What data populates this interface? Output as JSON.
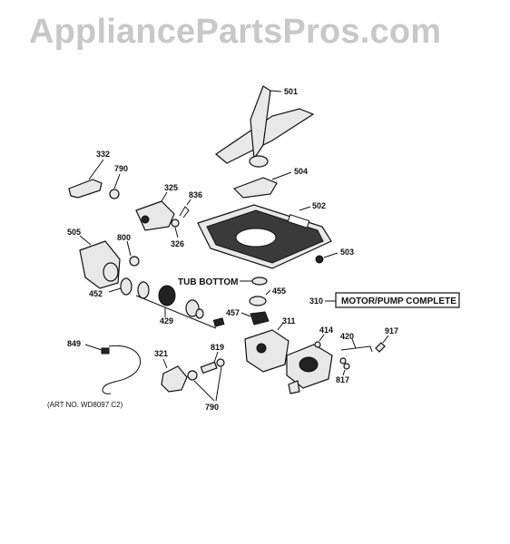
{
  "watermark": "AppliancePartsPros.com",
  "callouts": {
    "p501": "501",
    "p504": "504",
    "p502": "502",
    "p503": "503",
    "p332": "332",
    "p790a": "790",
    "p325": "325",
    "p836": "836",
    "p326": "326",
    "p505": "505",
    "p800": "800",
    "p452": "452",
    "p429": "429",
    "p455": "455",
    "p457": "457",
    "p311": "311",
    "p310": "310",
    "p414": "414",
    "p420": "420",
    "p917": "917",
    "p817": "817",
    "p849": "849",
    "p321": "321",
    "p819": "819",
    "p790b": "790"
  },
  "tub_bottom_label": "TUB BOTTOM",
  "motor_pump_label": "MOTOR/PUMP COMPLETE",
  "art_number": "(ART NO. WD8097 C2)"
}
